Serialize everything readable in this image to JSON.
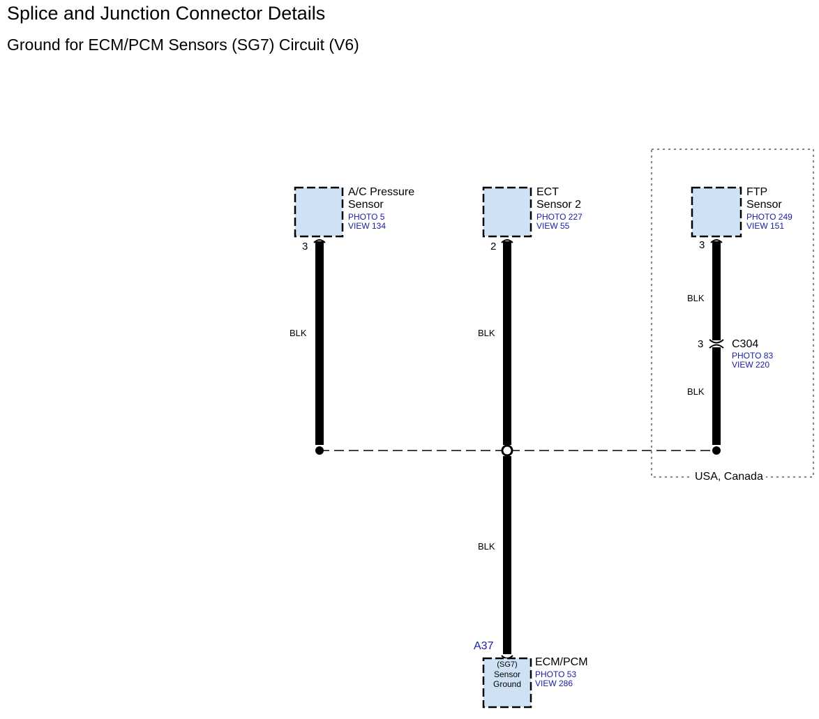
{
  "header": {
    "title": "Splice and Junction Connector Details",
    "subtitle": "Ground for ECM/PCM Sensors (SG7) Circuit (V6)"
  },
  "components": {
    "ac_sensor": {
      "name_line1": "A/C Pressure",
      "name_line2": "Sensor",
      "photo": "PHOTO 5",
      "view": "VIEW 134",
      "pin": "3"
    },
    "ect_sensor": {
      "name_line1": "ECT",
      "name_line2": "Sensor 2",
      "photo": "PHOTO 227",
      "view": "VIEW 55",
      "pin": "2"
    },
    "ftp_sensor": {
      "name_line1": "FTP",
      "name_line2": "Sensor",
      "photo": "PHOTO 249",
      "view": "VIEW 151",
      "pin": "3"
    },
    "c304": {
      "name": "C304",
      "photo": "PHOTO 83",
      "view": "VIEW 220",
      "pin": "3"
    },
    "ecm": {
      "name": "ECM/PCM",
      "photo": "PHOTO 53",
      "view": "VIEW 286",
      "terminal": "A37",
      "inner_line1": "(SG7)",
      "inner_line2": "Sensor",
      "inner_line3": "Ground"
    }
  },
  "wires": {
    "ac_color": "BLK",
    "ect_color": "BLK",
    "ftp_upper_color": "BLK",
    "ftp_lower_color": "BLK",
    "ecm_color": "BLK"
  },
  "region_label": "USA, Canada",
  "colors": {
    "component_fill": "#cfe2f5",
    "ref_text": "#1a1aa6",
    "wire": "#000000"
  }
}
